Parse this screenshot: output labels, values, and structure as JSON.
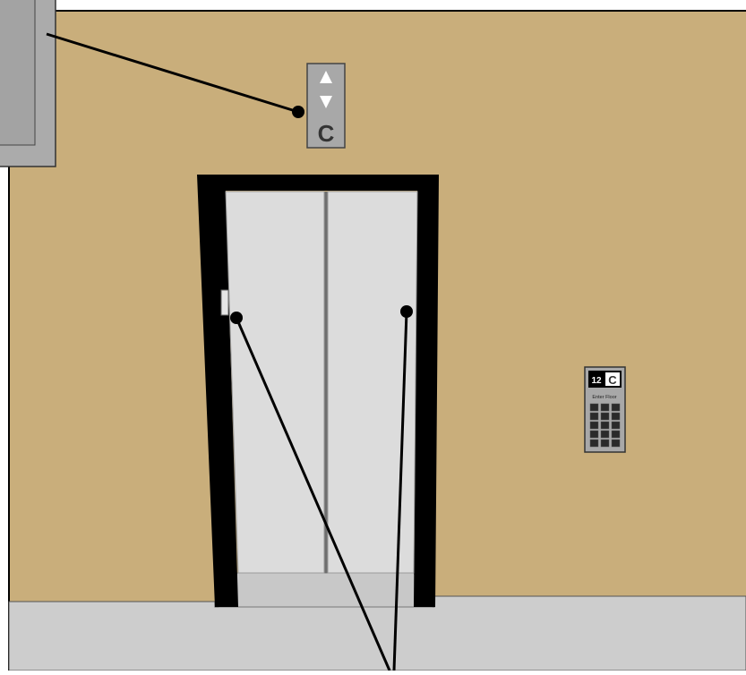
{
  "scene": {
    "wall_color": "#c9ae7b",
    "floor_color": "#cdcdcd",
    "frame_color": "#000000",
    "door_color": "#dcdcdc",
    "panel_color": "#a8a8a8"
  },
  "indicator": {
    "up_arrow_icon": "triangle-up",
    "down_arrow_icon": "triangle-down",
    "car_letter": "C"
  },
  "keypad": {
    "floor_display": "12",
    "car_letter": "C",
    "prompt": "Enter Floor"
  }
}
